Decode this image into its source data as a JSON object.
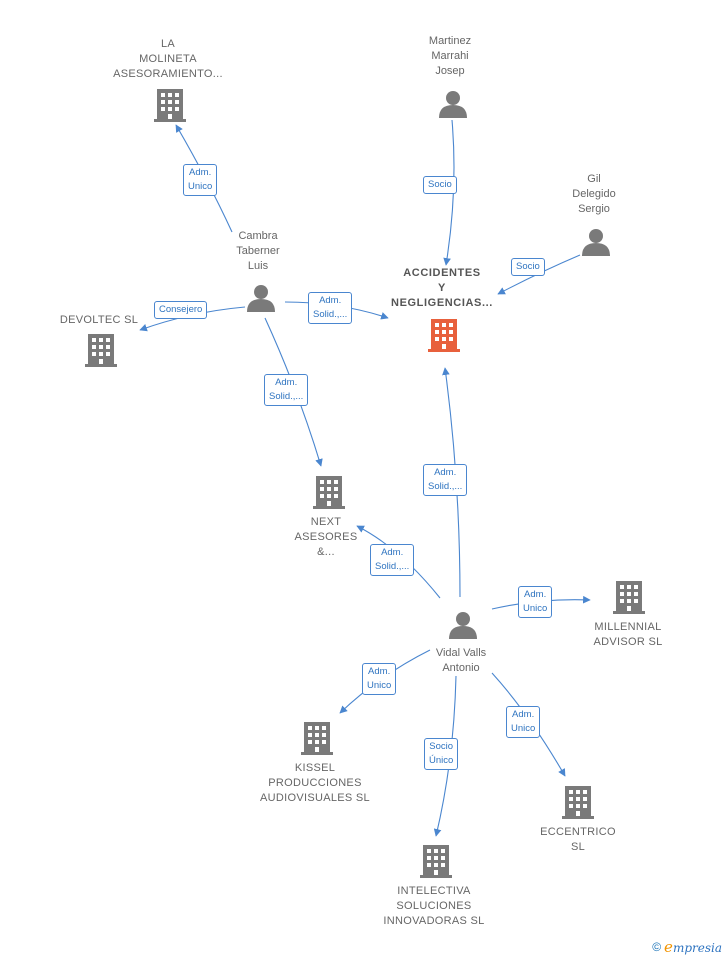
{
  "colors": {
    "edge": "#4a86cf",
    "icon": "#7a7a7a",
    "focus": "#e8603c"
  },
  "focus": {
    "label_lines": [
      "ACCIDENTES",
      "Y",
      "NEGLIGENCIAS..."
    ]
  },
  "persons": {
    "martinez": {
      "label_lines": [
        "Martinez",
        "Marrahi",
        "Josep"
      ]
    },
    "gil": {
      "label_lines": [
        "Gil",
        "Delegido",
        "Sergio"
      ]
    },
    "cambra": {
      "label_lines": [
        "Cambra",
        "Taberner",
        "Luis"
      ]
    },
    "vidal": {
      "label_lines": [
        "Vidal Valls",
        "Antonio"
      ]
    }
  },
  "companies": {
    "la_molineta": {
      "label_lines": [
        "LA",
        "MOLINETA",
        "ASESORAMIENTO..."
      ]
    },
    "devoltec": {
      "label_lines": [
        "DEVOLTEC  SL"
      ]
    },
    "next": {
      "label_lines": [
        "NEXT",
        "ASESORES",
        "&..."
      ]
    },
    "millennial": {
      "label_lines": [
        "MILLENNIAL",
        "ADVISOR  SL"
      ]
    },
    "kissel": {
      "label_lines": [
        "KISSEL",
        "PRODUCCIONES",
        "AUDIOVISUALES SL"
      ]
    },
    "intelectiva": {
      "label_lines": [
        "INTELECTIVA",
        "SOLUCIONES",
        "INNOVADORAS SL"
      ]
    },
    "eccentrico": {
      "label_lines": [
        "ECCENTRICO",
        "SL"
      ]
    }
  },
  "edges": {
    "martinez_focus": [
      "Socio"
    ],
    "gil_focus": [
      "Socio"
    ],
    "cambra_molineta": [
      "Adm.",
      "Unico"
    ],
    "cambra_devoltec": [
      "Consejero"
    ],
    "cambra_focus": [
      "Adm.",
      "Solid.,..."
    ],
    "cambra_next": [
      "Adm.",
      "Solid.,..."
    ],
    "vidal_focus": [
      "Adm.",
      "Solid.,..."
    ],
    "vidal_next": [
      "Adm.",
      "Solid.,..."
    ],
    "vidal_millennial": [
      "Adm.",
      "Unico"
    ],
    "vidal_kissel": [
      "Adm.",
      "Unico"
    ],
    "vidal_intelectiva": [
      "Socio",
      "Único"
    ],
    "vidal_eccentrico": [
      "Adm.",
      "Unico"
    ]
  },
  "footer": {
    "copyright": "©",
    "brand_initial": "e",
    "brand_rest": "mpresia"
  }
}
